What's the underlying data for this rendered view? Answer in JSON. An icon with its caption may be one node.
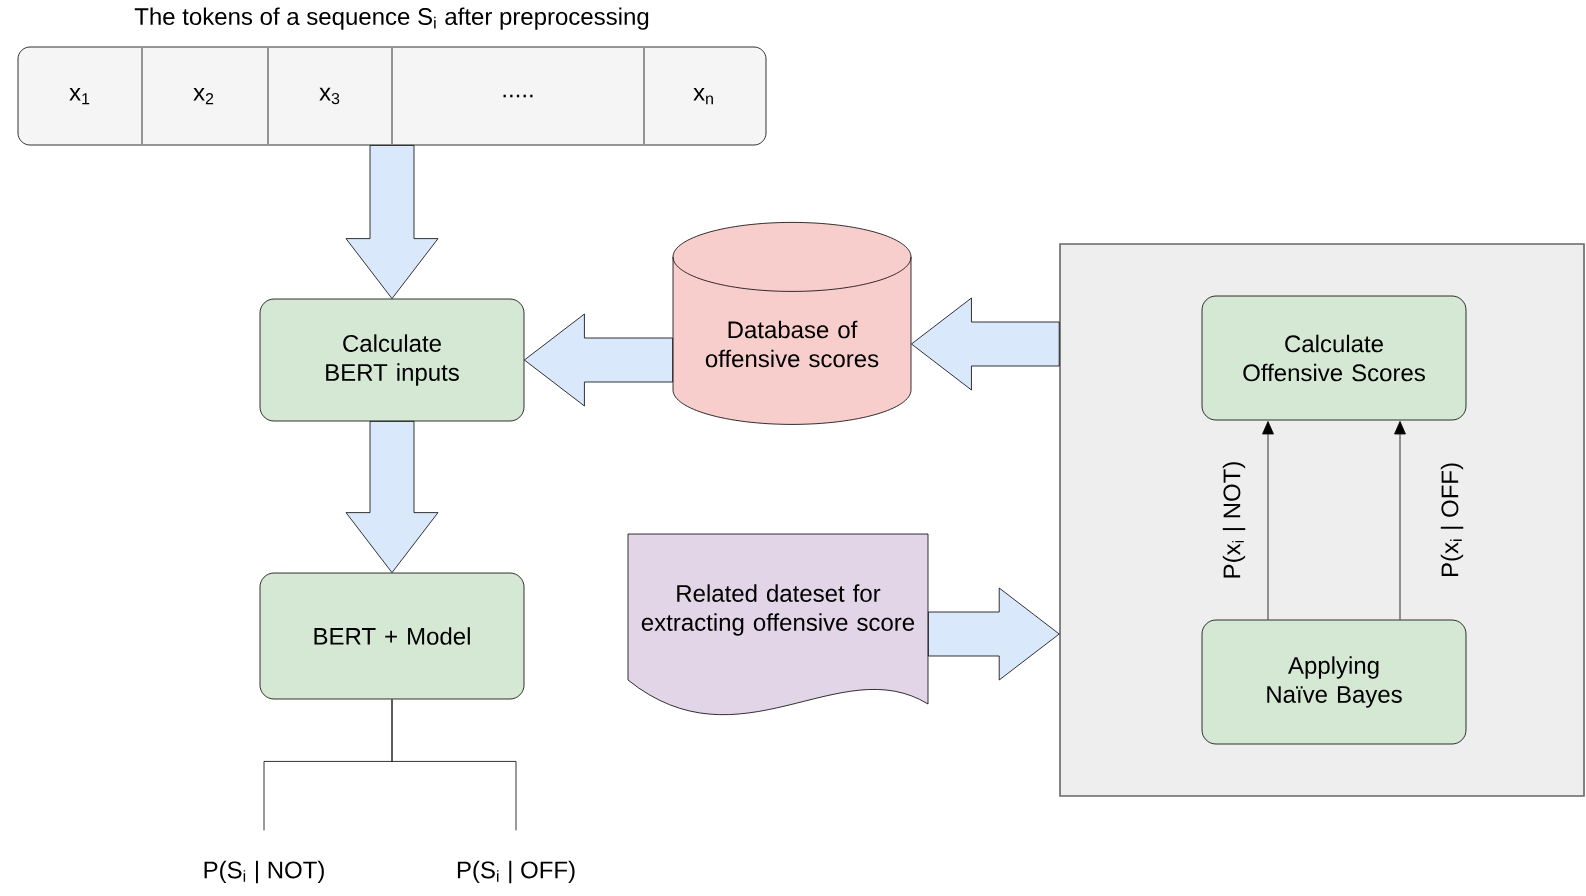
{
  "diagram": {
    "nodes": [
      {
        "text": [
          "The tokens of a sequence S$_{i}$ after preprocessing"
        ]
      },
      {
        "text": [
          "x$_{1}$"
        ],
        "in": 0
      },
      {
        "text": [
          "x$_{2}$"
        ],
        "in": 0
      },
      {
        "text": [
          "x$_{3}$"
        ],
        "in": 0
      },
      {
        "text": [
          "....."
        ],
        "in": 0
      },
      {
        "text": [
          "x$_{n}$"
        ],
        "in": 0
      },
      {
        "text": [
          "Calculate BERT inputs"
        ]
      },
      {
        "text": [
          "Database of offensive scores"
        ]
      },
      {
        "text": [
          "BERT + Model"
        ]
      },
      {
        "text": [
          "P(S$_{i}$ | NOT)"
        ]
      },
      {
        "text": [
          "P(S$_{i}$ | OFF)"
        ]
      },
      {
        "text": [
          "Related dateset for extracting offensive score"
        ]
      },
      {
        "text": [],
        "shape": "box"
      },
      {
        "text": [
          "Calculate Offensive Scores"
        ],
        "in": 12
      },
      {
        "text": [
          "Applying Naïve Bayes"
        ],
        "in": 12
      }
    ],
    "edges": [
      {
        "from": 0,
        "to": 6,
        "arrow": "to",
        "style": "thick"
      },
      {
        "from": 7,
        "to": 6,
        "arrow": "to",
        "style": "thick"
      },
      {
        "from": 12,
        "to": 7,
        "arrow": "to",
        "style": "thick"
      },
      {
        "from": 6,
        "to": 8,
        "arrow": "to",
        "style": "thick"
      },
      {
        "from": 8,
        "to": 9,
        "arrow": "none"
      },
      {
        "from": 8,
        "to": 10,
        "arrow": "none"
      },
      {
        "from": 11,
        "to": 12,
        "arrow": "to",
        "style": "thick"
      },
      {
        "from": 14,
        "to": 13,
        "arrow": "to",
        "label": "P(x$_{i}$ | NOT)"
      },
      {
        "from": 14,
        "to": 13,
        "arrow": "to",
        "label": "P(x$_{i}$ | OFF)"
      }
    ]
  }
}
